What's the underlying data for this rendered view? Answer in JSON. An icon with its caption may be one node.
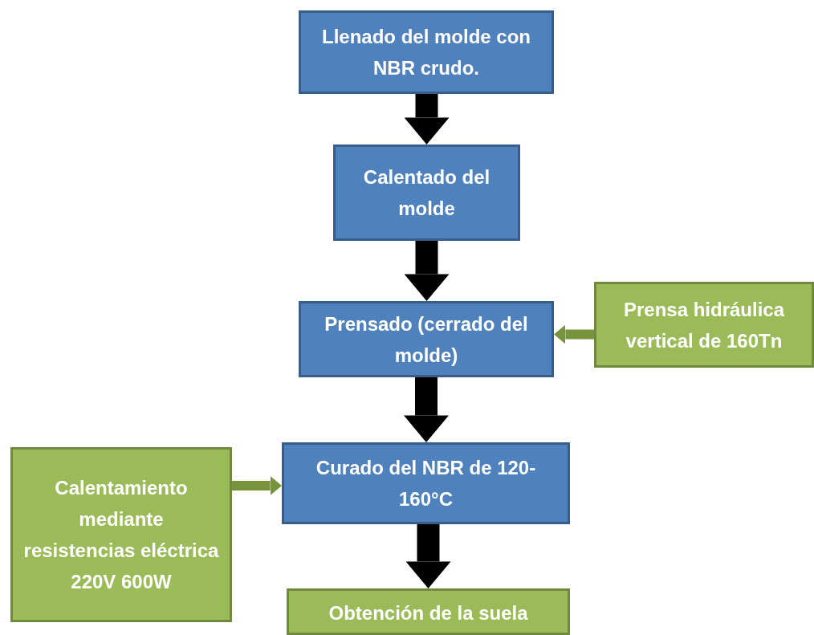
{
  "diagram": {
    "nodes": [
      {
        "text": [
          "Llenado del molde con NBR crudo."
        ]
      },
      {
        "text": [
          "Calentado del molde"
        ]
      },
      {
        "text": [
          "Prensado (cerrado del molde)"
        ]
      },
      {
        "text": [
          "Prensa hidráulica vertical de 160Tn"
        ]
      },
      {
        "text": [
          "Curado del NBR de 120-160°C"
        ]
      },
      {
        "text": [
          "Calentamiento mediante resistencias eléctrica 220V 600W"
        ]
      },
      {
        "text": [
          "Obtención de la suela"
        ]
      }
    ],
    "edges": [
      {
        "from": 0,
        "to": 1,
        "arrow": "to"
      },
      {
        "from": 1,
        "to": 2,
        "arrow": "to"
      },
      {
        "from": 3,
        "to": 2,
        "arrow": "to",
        "color": "#77933c"
      },
      {
        "from": 2,
        "to": 4,
        "arrow": "to"
      },
      {
        "from": 5,
        "to": 4,
        "arrow": "to",
        "color": "#77933c"
      },
      {
        "from": 4,
        "to": 6,
        "arrow": "to"
      }
    ]
  }
}
